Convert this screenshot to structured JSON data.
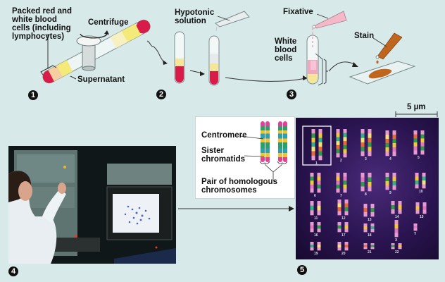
{
  "steps": {
    "step1": {
      "number": "1",
      "label_packed": [
        "Packed red and",
        "white blood",
        "cells (including",
        "lymphocytes)"
      ],
      "label_centrifuge": "Centrifuge",
      "label_supernatant": "Supernatant"
    },
    "step2": {
      "number": "2",
      "label_hypotonic": [
        "Hypotonic",
        "solution"
      ]
    },
    "step3": {
      "number": "3",
      "label_fixative": "Fixative",
      "label_wbc": [
        "White",
        "blood",
        "cells"
      ],
      "label_stain": "Stain"
    },
    "step4": {
      "number": "4"
    },
    "step5": {
      "number": "5",
      "scale_bar": "5 µm"
    }
  },
  "inset": {
    "centromere": "Centromere",
    "sister": [
      "Sister",
      "chromatids"
    ],
    "pair": [
      "Pair of homologous",
      "chromosomes"
    ]
  },
  "karyotype": {
    "labels": [
      "1",
      "2",
      "3",
      "4",
      "5",
      "6",
      "7",
      "8",
      "9",
      "10",
      "11",
      "12",
      "13",
      "14",
      "15",
      "16",
      "17",
      "18",
      "19",
      "20",
      "21",
      "22",
      "X",
      "Y"
    ]
  },
  "colors": {
    "background": "#d8e9ea",
    "blood_red": "#d81b48",
    "plasma_yellow": "#f6e69a",
    "stain_brown": "#c0651e",
    "fixative_pink": "#f4b8c8",
    "karyotype_bg": "#2a1450"
  }
}
